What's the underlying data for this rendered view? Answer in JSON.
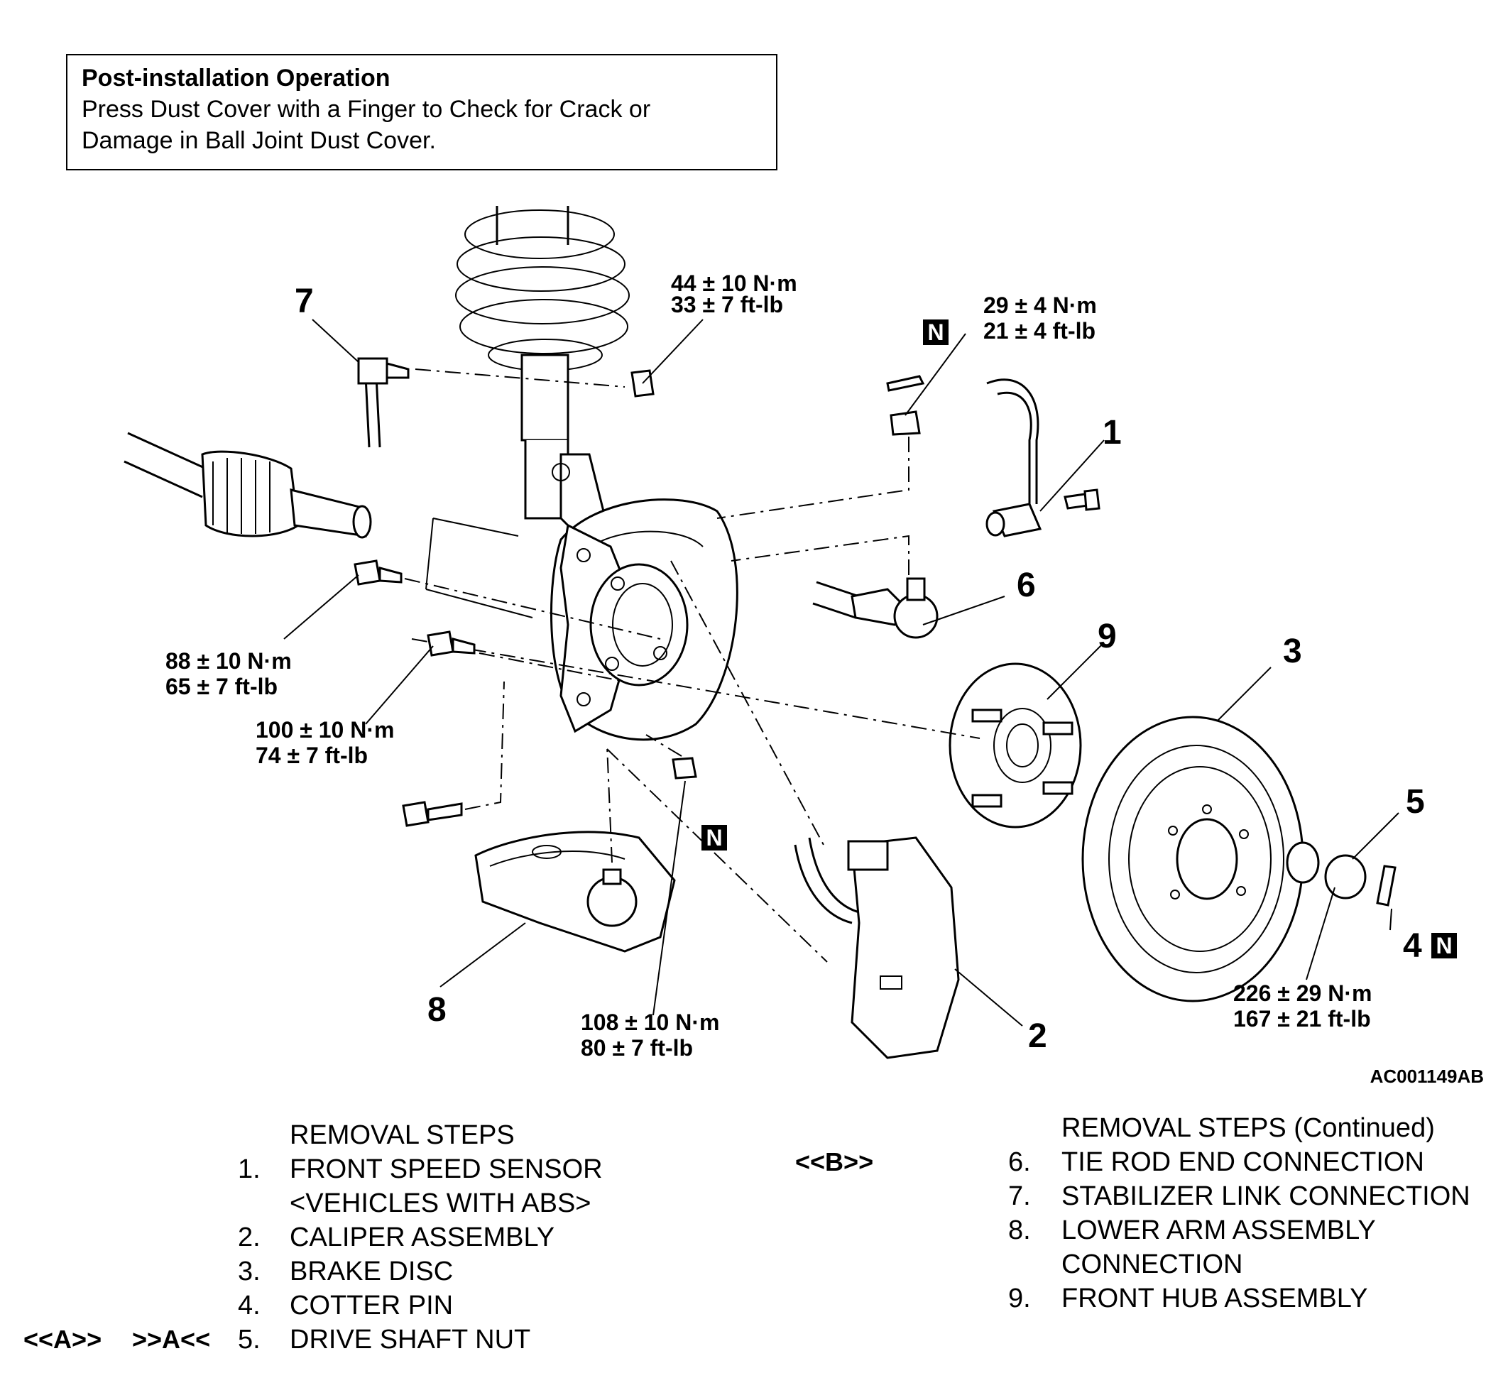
{
  "note": {
    "title": "Post-installation Operation",
    "line1": "Press Dust Cover with a Finger to Check for Crack or",
    "line2": "Damage in Ball Joint Dust Cover."
  },
  "diagram": {
    "callouts": {
      "c1": "1",
      "c2": "2",
      "c3": "3",
      "c4": "4",
      "c5": "5",
      "c6": "6",
      "c7": "7",
      "c8": "8",
      "c9": "9"
    },
    "new_marker": "N",
    "torques": {
      "t44_nm": "44 ± 10 N·m",
      "t44_ftlb": "33 ± 7 ft-lb",
      "t29_nm": "29 ± 4 N·m",
      "t29_ftlb": "21 ± 4 ft-lb",
      "t88_nm": "88 ± 10 N·m",
      "t88_ftlb": "65 ± 7 ft-lb",
      "t100_nm": "100 ± 10 N·m",
      "t100_ftlb": "74 ± 7 ft-lb",
      "t108_nm": "108 ± 10 N·m",
      "t108_ftlb": "80 ± 7 ft-lb",
      "t226_nm": "226 ± 29 N·m",
      "t226_ftlb": "167 ± 21 ft-lb"
    },
    "code": "AC001149AB"
  },
  "steps_left": {
    "header": "REMOVAL STEPS",
    "items": [
      {
        "num": "1.",
        "text": "FRONT SPEED SENSOR"
      },
      {
        "num": "",
        "text": "<VEHICLES WITH ABS>"
      },
      {
        "num": "2.",
        "text": "CALIPER ASSEMBLY"
      },
      {
        "num": "3.",
        "text": "BRAKE DISC"
      },
      {
        "num": "4.",
        "text": "COTTER PIN"
      },
      {
        "num": "5.",
        "text": "DRIVE SHAFT NUT"
      }
    ],
    "marks": {
      "a_removal": "<<A>>",
      "a_install": ">>A<<"
    }
  },
  "steps_right": {
    "header": "REMOVAL STEPS  (Continued)",
    "mark_b": "<<B>>",
    "items": [
      {
        "num": "6.",
        "text": "TIE ROD END CONNECTION"
      },
      {
        "num": "7.",
        "text": "STABILIZER LINK CONNECTION"
      },
      {
        "num": "8.",
        "text": "LOWER ARM ASSEMBLY"
      },
      {
        "num": "",
        "text": "CONNECTION"
      },
      {
        "num": "9.",
        "text": "FRONT HUB ASSEMBLY"
      }
    ]
  }
}
